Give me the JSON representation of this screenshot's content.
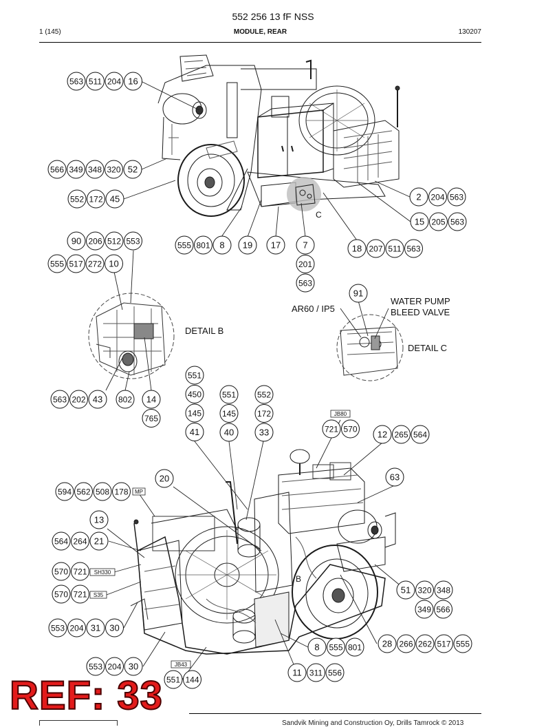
{
  "header": {
    "doc_number": "552 256 13 fF NSS",
    "page": "1 (145)",
    "section_title": "MODULE, REAR",
    "date_code": "130207"
  },
  "callouts": {
    "top_left_1": [
      "563",
      "511",
      "204",
      "16"
    ],
    "top_left_2": [
      "566",
      "349",
      "348",
      "320",
      "52"
    ],
    "top_left_3": [
      "552",
      "172",
      "45"
    ],
    "top_right_1": [
      "2",
      "204",
      "563"
    ],
    "top_right_2": [
      "15",
      "205",
      "563"
    ],
    "mid_row_a": [
      "555",
      "801",
      "8"
    ],
    "mid_19": "19",
    "mid_17": "17",
    "mid_7_stack": [
      "7",
      "201",
      "563"
    ],
    "mid_right": [
      "18",
      "207",
      "511",
      "563"
    ],
    "detail_b_top_1": [
      "90",
      "206",
      "512",
      "553"
    ],
    "detail_b_top_2": [
      "555",
      "517",
      "272",
      "10"
    ],
    "detail_b_bottom": [
      "563",
      "202",
      "43"
    ],
    "detail_b_802": "802",
    "detail_b_stack": [
      "14",
      "765"
    ],
    "detail_c_91": "91",
    "col_41": [
      "551",
      "450",
      "145",
      "41"
    ],
    "col_40": [
      "551",
      "145",
      "40"
    ],
    "col_33": [
      "552",
      "172",
      "33"
    ],
    "pair_721_570": [
      "721",
      "570"
    ],
    "top_12": [
      "12",
      "265",
      "564"
    ],
    "single_63": "63",
    "single_20": "20",
    "row_594": [
      "594",
      "562",
      "508",
      "178"
    ],
    "single_13": "13",
    "row_564": [
      "564",
      "264",
      "21"
    ],
    "row_570_a": [
      "570",
      "721"
    ],
    "row_570_b": [
      "570",
      "721"
    ],
    "right_51": [
      "51",
      "320",
      "348"
    ],
    "right_349": [
      "349",
      "566"
    ],
    "row_553_a": [
      "553",
      "204",
      "31",
      "30"
    ],
    "row_8_bottom": [
      "8",
      "555",
      "801"
    ],
    "row_28": [
      "28",
      "266",
      "262",
      "517",
      "555"
    ],
    "row_553_b": [
      "553",
      "204",
      "30"
    ],
    "row_11": [
      "11",
      "311",
      "556"
    ],
    "row_551_144": [
      "551",
      "144"
    ]
  },
  "labels": {
    "letter_c": "C",
    "letter_b": "B",
    "detail_b": "DETAIL B",
    "detail_c": "DETAIL C",
    "ar60": "AR60 / IP5",
    "water_pump_1": "WATER PUMP",
    "water_pump_2": "BLEED VALVE",
    "tag_jb80": "JB80",
    "tag_mp": "MP",
    "tag_sh330": "SH330",
    "tag_s35": "S35",
    "tag_jb43": "JB43"
  },
  "ref_stamp": "REF: 33",
  "footer": {
    "copyright": "Sandvik Mining and Construction Oy, Drills Tamrock © 2013"
  }
}
